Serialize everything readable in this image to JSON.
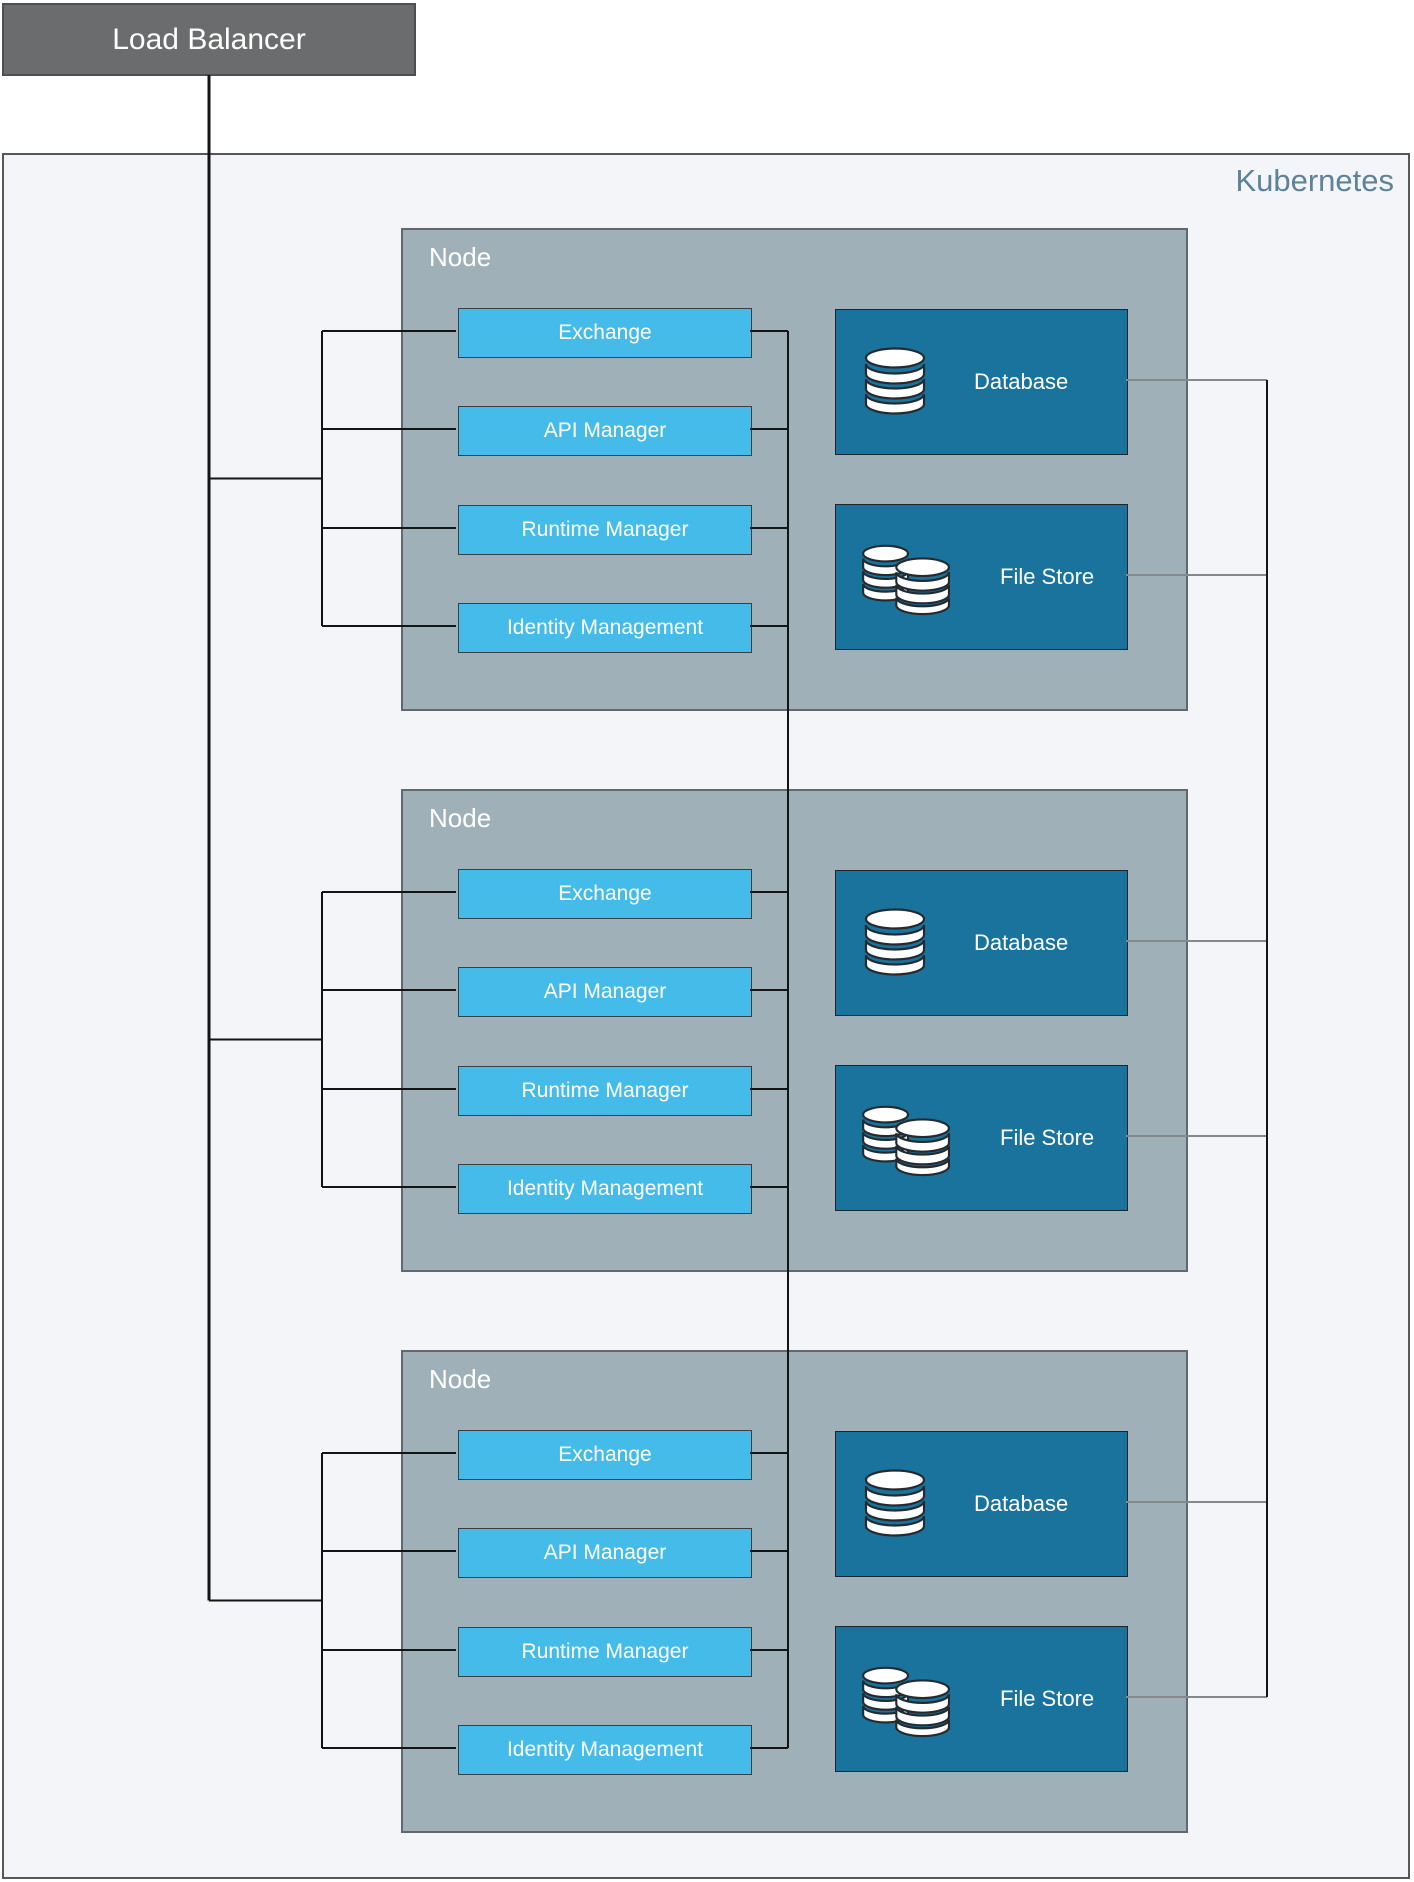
{
  "load_balancer": {
    "label": "Load Balancer"
  },
  "kubernetes": {
    "label": "Kubernetes"
  },
  "nodes": [
    {
      "label": "Node",
      "services": [
        {
          "label": "Exchange"
        },
        {
          "label": "API Manager"
        },
        {
          "label": "Runtime Manager"
        },
        {
          "label": "Identity Management"
        }
      ],
      "stores": [
        {
          "label": "Database",
          "icon": "database-icon"
        },
        {
          "label": "File Store",
          "icon": "file-store-icon"
        }
      ]
    },
    {
      "label": "Node",
      "services": [
        {
          "label": "Exchange"
        },
        {
          "label": "API Manager"
        },
        {
          "label": "Runtime Manager"
        },
        {
          "label": "Identity Management"
        }
      ],
      "stores": [
        {
          "label": "Database",
          "icon": "database-icon"
        },
        {
          "label": "File Store",
          "icon": "file-store-icon"
        }
      ]
    },
    {
      "label": "Node",
      "services": [
        {
          "label": "Exchange"
        },
        {
          "label": "API Manager"
        },
        {
          "label": "Runtime Manager"
        },
        {
          "label": "Identity Management"
        }
      ],
      "stores": [
        {
          "label": "Database",
          "icon": "database-icon"
        },
        {
          "label": "File Store",
          "icon": "file-store-icon"
        }
      ]
    }
  ],
  "colors": {
    "lb_fill": "#6a6c6e",
    "lb_border": "#4c4f51",
    "k8s_fill": "#f4f5f8",
    "k8s_border": "#54585b",
    "k8s_label": "#5e8299",
    "node_fill": "#a0b0b8",
    "node_border": "#5f696e",
    "service_fill": "#45bbea",
    "service_border": "#394045",
    "storage_fill": "#1a739d",
    "storage_border": "#1c262c",
    "line": "#141414",
    "storage_stub": "#85898c",
    "icon_stroke": "#242b30"
  }
}
